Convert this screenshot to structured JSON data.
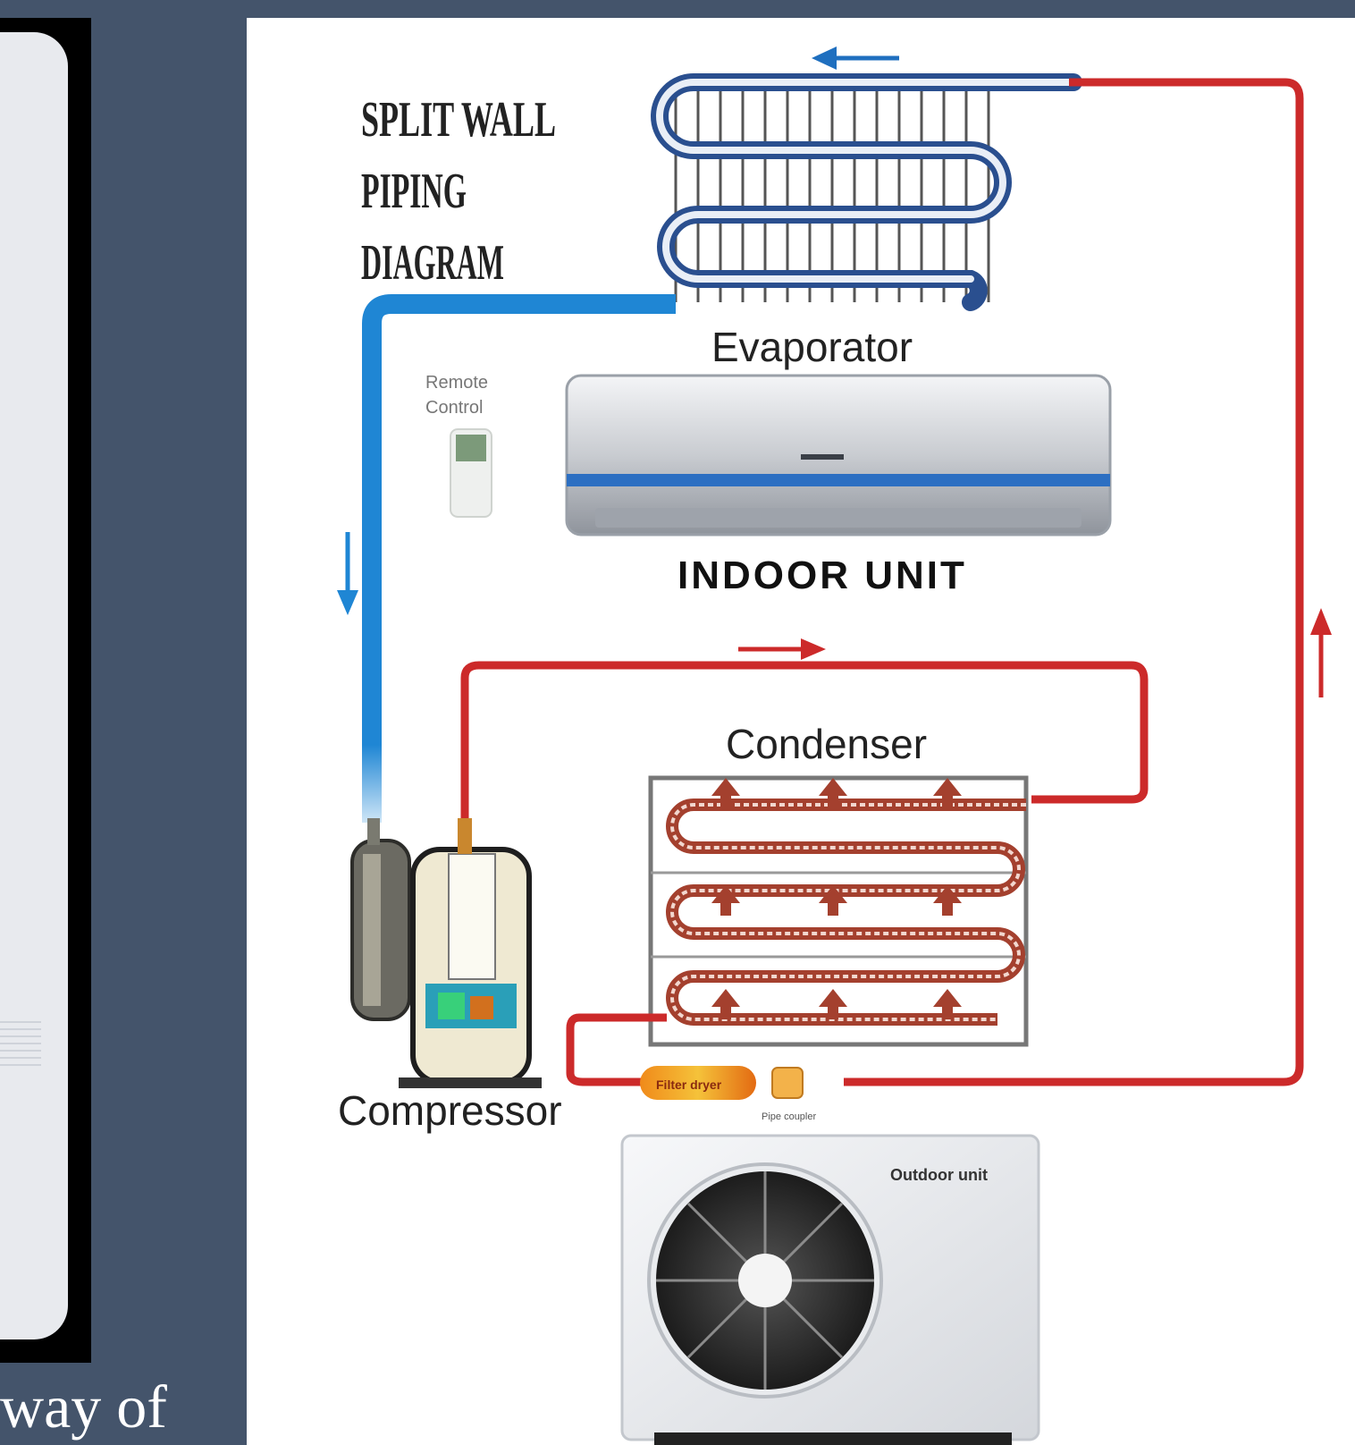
{
  "left": {
    "caption": "way of"
  },
  "diagram": {
    "title_lines": [
      "SPLIT WALL",
      "PIPING",
      "DIAGRAM"
    ],
    "labels": {
      "evaporator": "Evaporator",
      "remote_line1": "Remote",
      "remote_line2": "Control",
      "indoor_unit": "INDOOR UNIT",
      "condenser": "Condenser",
      "compressor": "Compressor",
      "filter_dryer": "Filter dryer",
      "pipe_coupler": "Pipe coupler",
      "outdoor_unit": "Outdoor unit"
    },
    "colors": {
      "hot_line": "#cc2a2a",
      "cold_line": "#1f86d4",
      "evaporator_coil": "#2a4f8f",
      "condenser_coil": "#a4402e",
      "background": "#44546b"
    }
  }
}
